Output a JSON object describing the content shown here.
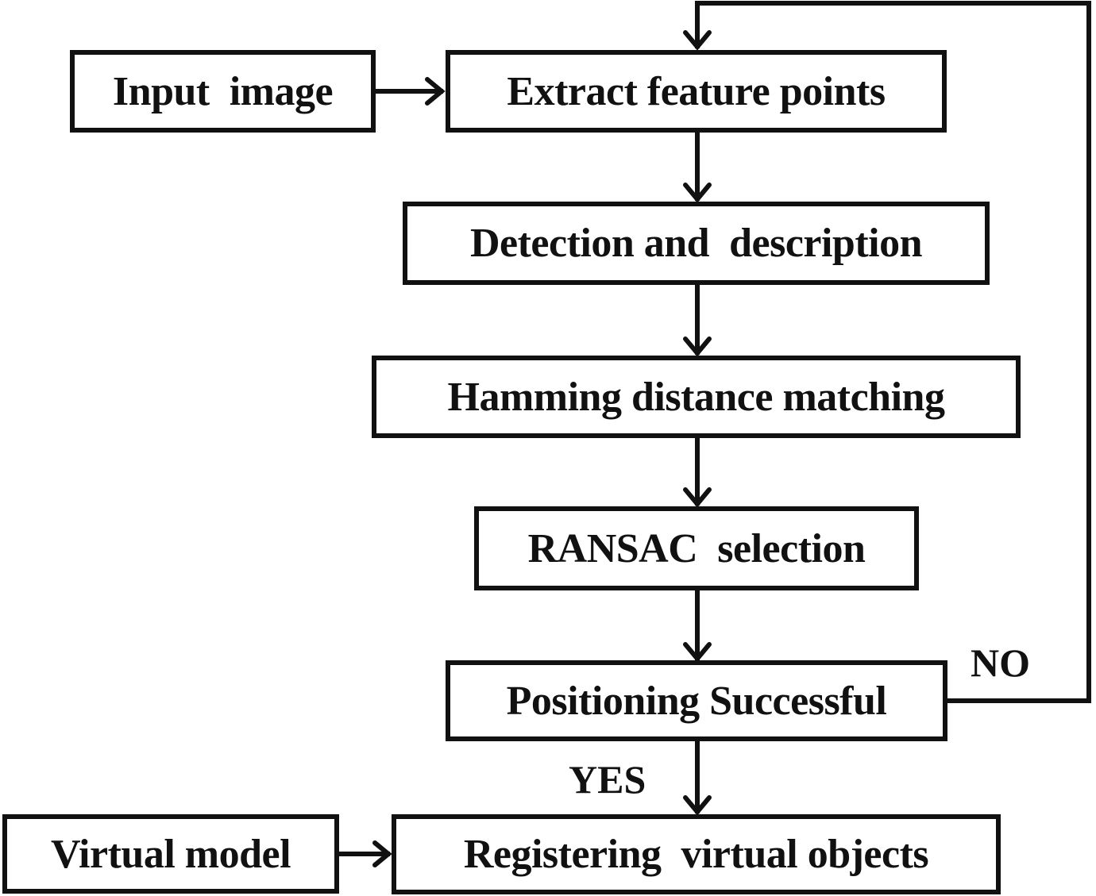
{
  "diagram": {
    "nodes": {
      "input_image": "Input  image",
      "extract_feature_points": "Extract feature points",
      "detection_description": "Detection and  description",
      "hamming_matching": "Hamming distance matching",
      "ransac_selection": "RANSAC  selection",
      "positioning_successful": "Positioning Successful",
      "virtual_model": "Virtual model",
      "registering_virtual_objects": "Registering  virtual objects"
    },
    "edge_labels": {
      "no": "NO",
      "yes": "YES"
    },
    "edges": [
      {
        "from": "input_image",
        "to": "extract_feature_points"
      },
      {
        "from": "extract_feature_points",
        "to": "detection_description"
      },
      {
        "from": "detection_description",
        "to": "hamming_matching"
      },
      {
        "from": "hamming_matching",
        "to": "ransac_selection"
      },
      {
        "from": "ransac_selection",
        "to": "positioning_successful"
      },
      {
        "from": "positioning_successful",
        "to": "registering_virtual_objects",
        "label": "YES"
      },
      {
        "from": "positioning_successful",
        "to": "extract_feature_points",
        "label": "NO"
      },
      {
        "from": "virtual_model",
        "to": "registering_virtual_objects"
      }
    ]
  }
}
